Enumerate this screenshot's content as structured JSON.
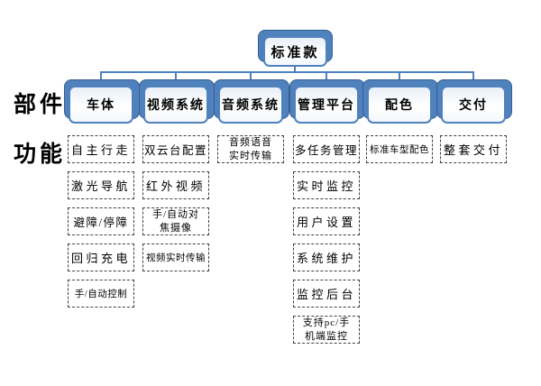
{
  "colors": {
    "accent": "#4f81bd",
    "accent_dark": "#365f91",
    "dashed_border": "#404040"
  },
  "row_labels": [
    {
      "label": "部件"
    },
    {
      "label": "功能"
    }
  ],
  "root": {
    "label": "标准款"
  },
  "branches": [
    {
      "label": "车体",
      "items": [
        "自主行走",
        "激光导航",
        "避障/停障",
        "回归充电",
        "手/自动控制"
      ]
    },
    {
      "label": "视频系统",
      "items": [
        "双云台配置",
        "红外视频",
        "手/自动对\n焦摄像",
        "视频实时传输"
      ]
    },
    {
      "label": "音频系统",
      "items": [
        "音频语音\n实时传输"
      ]
    },
    {
      "label": "管理平台",
      "items": [
        "多任务管理",
        "实时监控",
        "用户设置",
        "系统维护",
        "监控后台",
        "支持pc/手\n机端监控"
      ]
    },
    {
      "label": "配色",
      "items": [
        "标准车型配色"
      ]
    },
    {
      "label": "交付",
      "items": [
        "整套交付"
      ]
    }
  ]
}
